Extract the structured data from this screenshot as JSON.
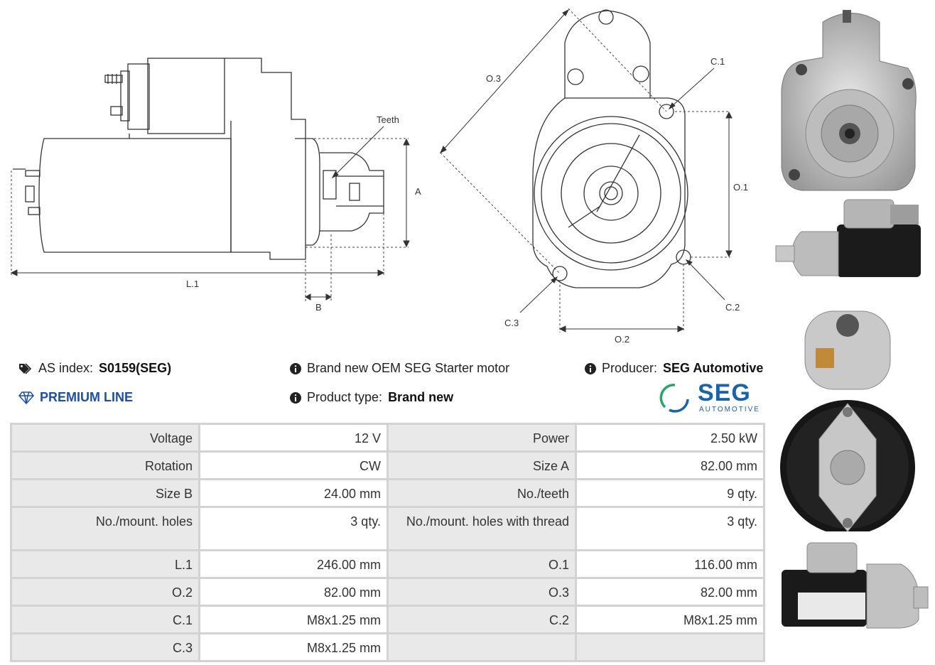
{
  "drawing_labels": {
    "teeth": "Teeth",
    "a": "A",
    "b": "B",
    "l1": "L.1",
    "o1": "O.1",
    "o2": "O.2",
    "o3": "O.3",
    "c1": "C.1",
    "c2": "C.2",
    "c3": "C.3"
  },
  "info": {
    "as_index_label": "AS index:",
    "as_index_value": "S0159(SEG)",
    "description": "Brand new OEM SEG Starter motor",
    "producer_label": "Producer:",
    "producer_value": "SEG Automotive",
    "premium": "PREMIUM LINE",
    "product_type_label": "Product type:",
    "product_type_value": "Brand new"
  },
  "logo": {
    "name": "SEG",
    "sub": "AUTOMOTIVE",
    "accent_green": "#27a46b",
    "accent_blue": "#1a63a8"
  },
  "specs": [
    [
      {
        "k": "Voltage",
        "v": "12 V"
      },
      {
        "k": "Power",
        "v": "2.50 kW"
      }
    ],
    [
      {
        "k": "Rotation",
        "v": "CW"
      },
      {
        "k": "Size A",
        "v": "82.00 mm"
      }
    ],
    [
      {
        "k": "Size B",
        "v": "24.00 mm"
      },
      {
        "k": "No./teeth",
        "v": "9 qty."
      }
    ],
    [
      {
        "k": "No./mount. holes",
        "v": "3 qty."
      },
      {
        "k": "No./mount. holes with thread",
        "v": "3 qty."
      }
    ],
    [
      {
        "k": "L.1",
        "v": "246.00 mm"
      },
      {
        "k": "O.1",
        "v": "116.00 mm"
      }
    ],
    [
      {
        "k": "O.2",
        "v": "82.00 mm"
      },
      {
        "k": "O.3",
        "v": "82.00 mm"
      }
    ],
    [
      {
        "k": "C.1",
        "v": "M8x1.25 mm"
      },
      {
        "k": "C.2",
        "v": "M8x1.25 mm"
      }
    ],
    [
      {
        "k": "C.3",
        "v": "M8x1.25 mm"
      },
      {
        "k": "",
        "v": ""
      }
    ]
  ],
  "icons": {
    "tag": "tag-icon",
    "info": "info-icon",
    "diamond": "diamond-icon"
  }
}
